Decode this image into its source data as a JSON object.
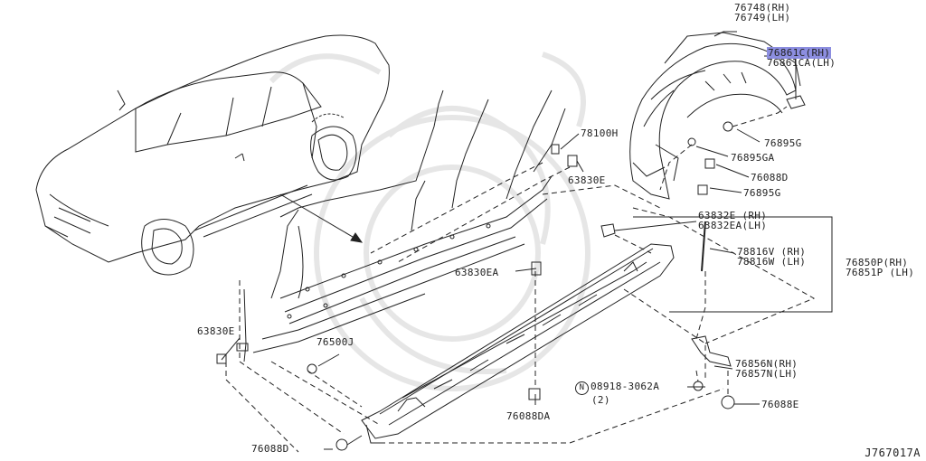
{
  "diagram": {
    "reference_code": "J767017A",
    "parts": {
      "p76748": "76748(RH)",
      "p76749": "76749(LH)",
      "p76861c": "76861C(RH)",
      "p76861ca": "76861CA(LH)",
      "p76895g_a": "76895G",
      "p76895ga": "76895GA",
      "p76088d_a": "76088D",
      "p76895g_b": "76895G",
      "p78100h": "78100H",
      "p63830e_a": "63830E",
      "p63832e": "63832E (RH)",
      "p63832ea": "63832EA(LH)",
      "p78816v": "78816V (RH)",
      "p78816w": "78816W (LH)",
      "p76850p": "76850P(RH)",
      "p76851p": "76851P (LH)",
      "p63830ea": "63830EA",
      "p63830e_b": "63830E",
      "p76500j": "76500J",
      "p76856n": "76856N(RH)",
      "p76857n": "76857N(LH)",
      "p08918_n": "N",
      "p08918": "08918-3062A",
      "p08918_qty": "(2)",
      "p76088e": "76088E",
      "p76088da": "76088DA",
      "p76088d_b": "76088D"
    },
    "colors": {
      "highlight": "#8c8ee0",
      "line": "#222222",
      "watermark": "#e8e8e8"
    }
  }
}
